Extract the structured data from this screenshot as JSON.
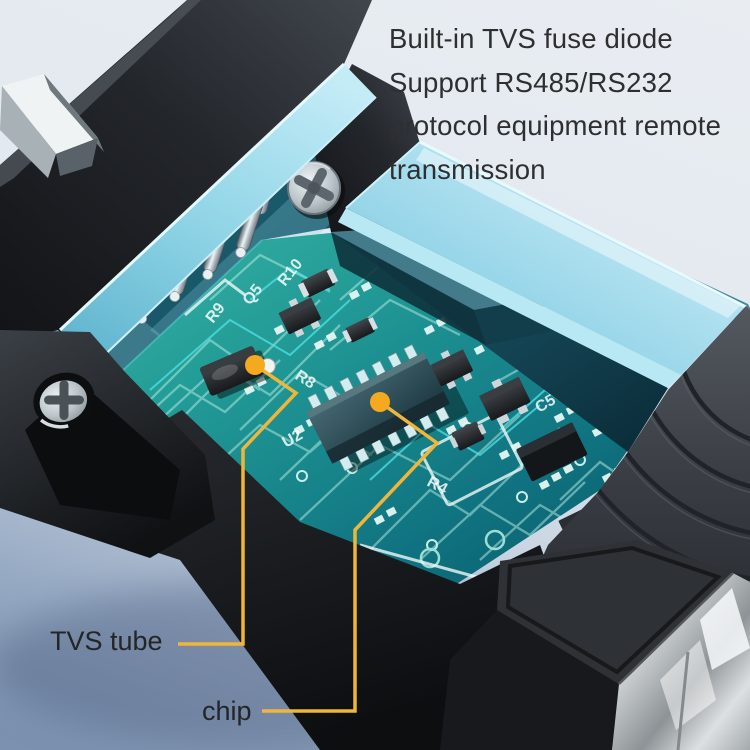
{
  "headline": {
    "lines": [
      "Built-in TVS fuse diode",
      "Support RS485/RS232",
      "protocol equipment remote",
      "transmission"
    ]
  },
  "callouts": {
    "tvs": {
      "label": "TVS tube"
    },
    "chip": {
      "label": "chip"
    }
  },
  "pcb": {
    "silkscreen": [
      "R9",
      "Q5",
      "R10",
      "R8",
      "U2",
      "R4",
      "C5"
    ]
  },
  "colors": {
    "callout_line": "#EFB63A",
    "callout_dot": "#F4A91E",
    "pcb_teal": "#1E8C8C",
    "cover_blue": "#8FD3E8",
    "housing_black": "#1E2226",
    "background_top": "#E9EDF2",
    "background_bottom": "#7A90AE",
    "text": "#2D2F31"
  }
}
